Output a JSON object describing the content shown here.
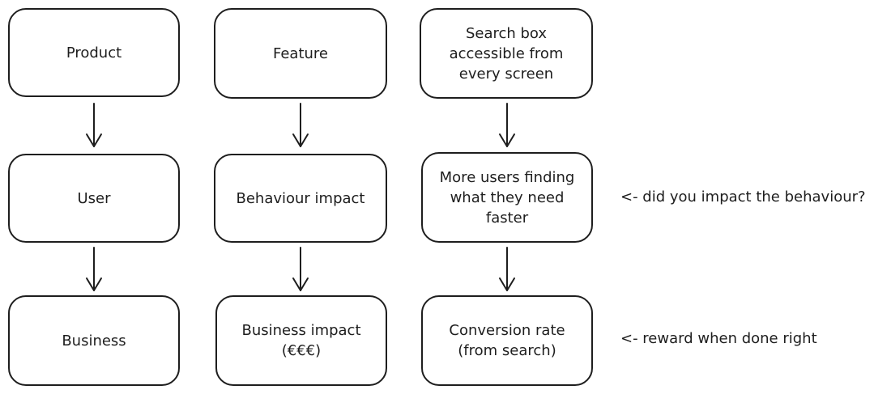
{
  "columns": [
    {
      "top": "Product",
      "middle": "User",
      "bottom": "Business"
    },
    {
      "top": "Feature",
      "middle": "Behaviour impact",
      "bottom": "Business impact\n(€€€)"
    },
    {
      "top": "Search box\naccessible from\nevery screen",
      "middle": "More users finding\nwhat they need\nfaster",
      "bottom": "Conversion rate\n(from search)"
    }
  ],
  "notes": {
    "middle": "<- did you impact the behaviour?",
    "bottom": "<- reward when done right"
  },
  "colors": {
    "stroke": "#1e1e1e",
    "background": "#ffffff"
  }
}
